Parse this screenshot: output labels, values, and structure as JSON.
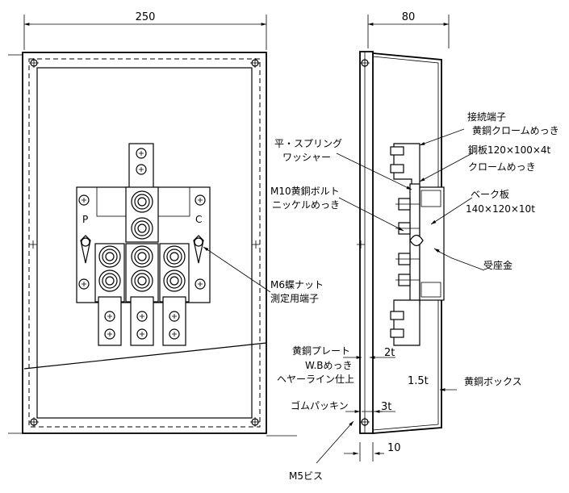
{
  "dimensions": {
    "width": "250",
    "depth": "80",
    "back_plate": "2t",
    "box_thickness": "1.5t",
    "gasket": "3t",
    "flange": "10"
  },
  "labels": {
    "terminal_1": "接続端子",
    "terminal_2": "黄銅クロームめっき",
    "washer_1": "平・スプリング",
    "washer_2": "ワッシャー",
    "plate_1": "鋼板120×100×4t",
    "plate_2": "クロームめっき",
    "bolt_1": "M10黄銅ボルト",
    "bolt_2": "ニッケルめっき",
    "bake_1": "ベーク板",
    "bake_2": "140×120×10t",
    "receiver": "受座金",
    "nut_1": "M6蝶ナット",
    "nut_2": "測定用端子",
    "brass_plate_1": "黄銅プレート",
    "brass_plate_2": "W.Bめっき",
    "brass_plate_3": "ヘヤーライン仕上",
    "brass_box": "黄銅ボックス",
    "gasket": "ゴムパッキン",
    "screw": "M5ビス",
    "terminal_p": "P",
    "terminal_c": "C"
  }
}
